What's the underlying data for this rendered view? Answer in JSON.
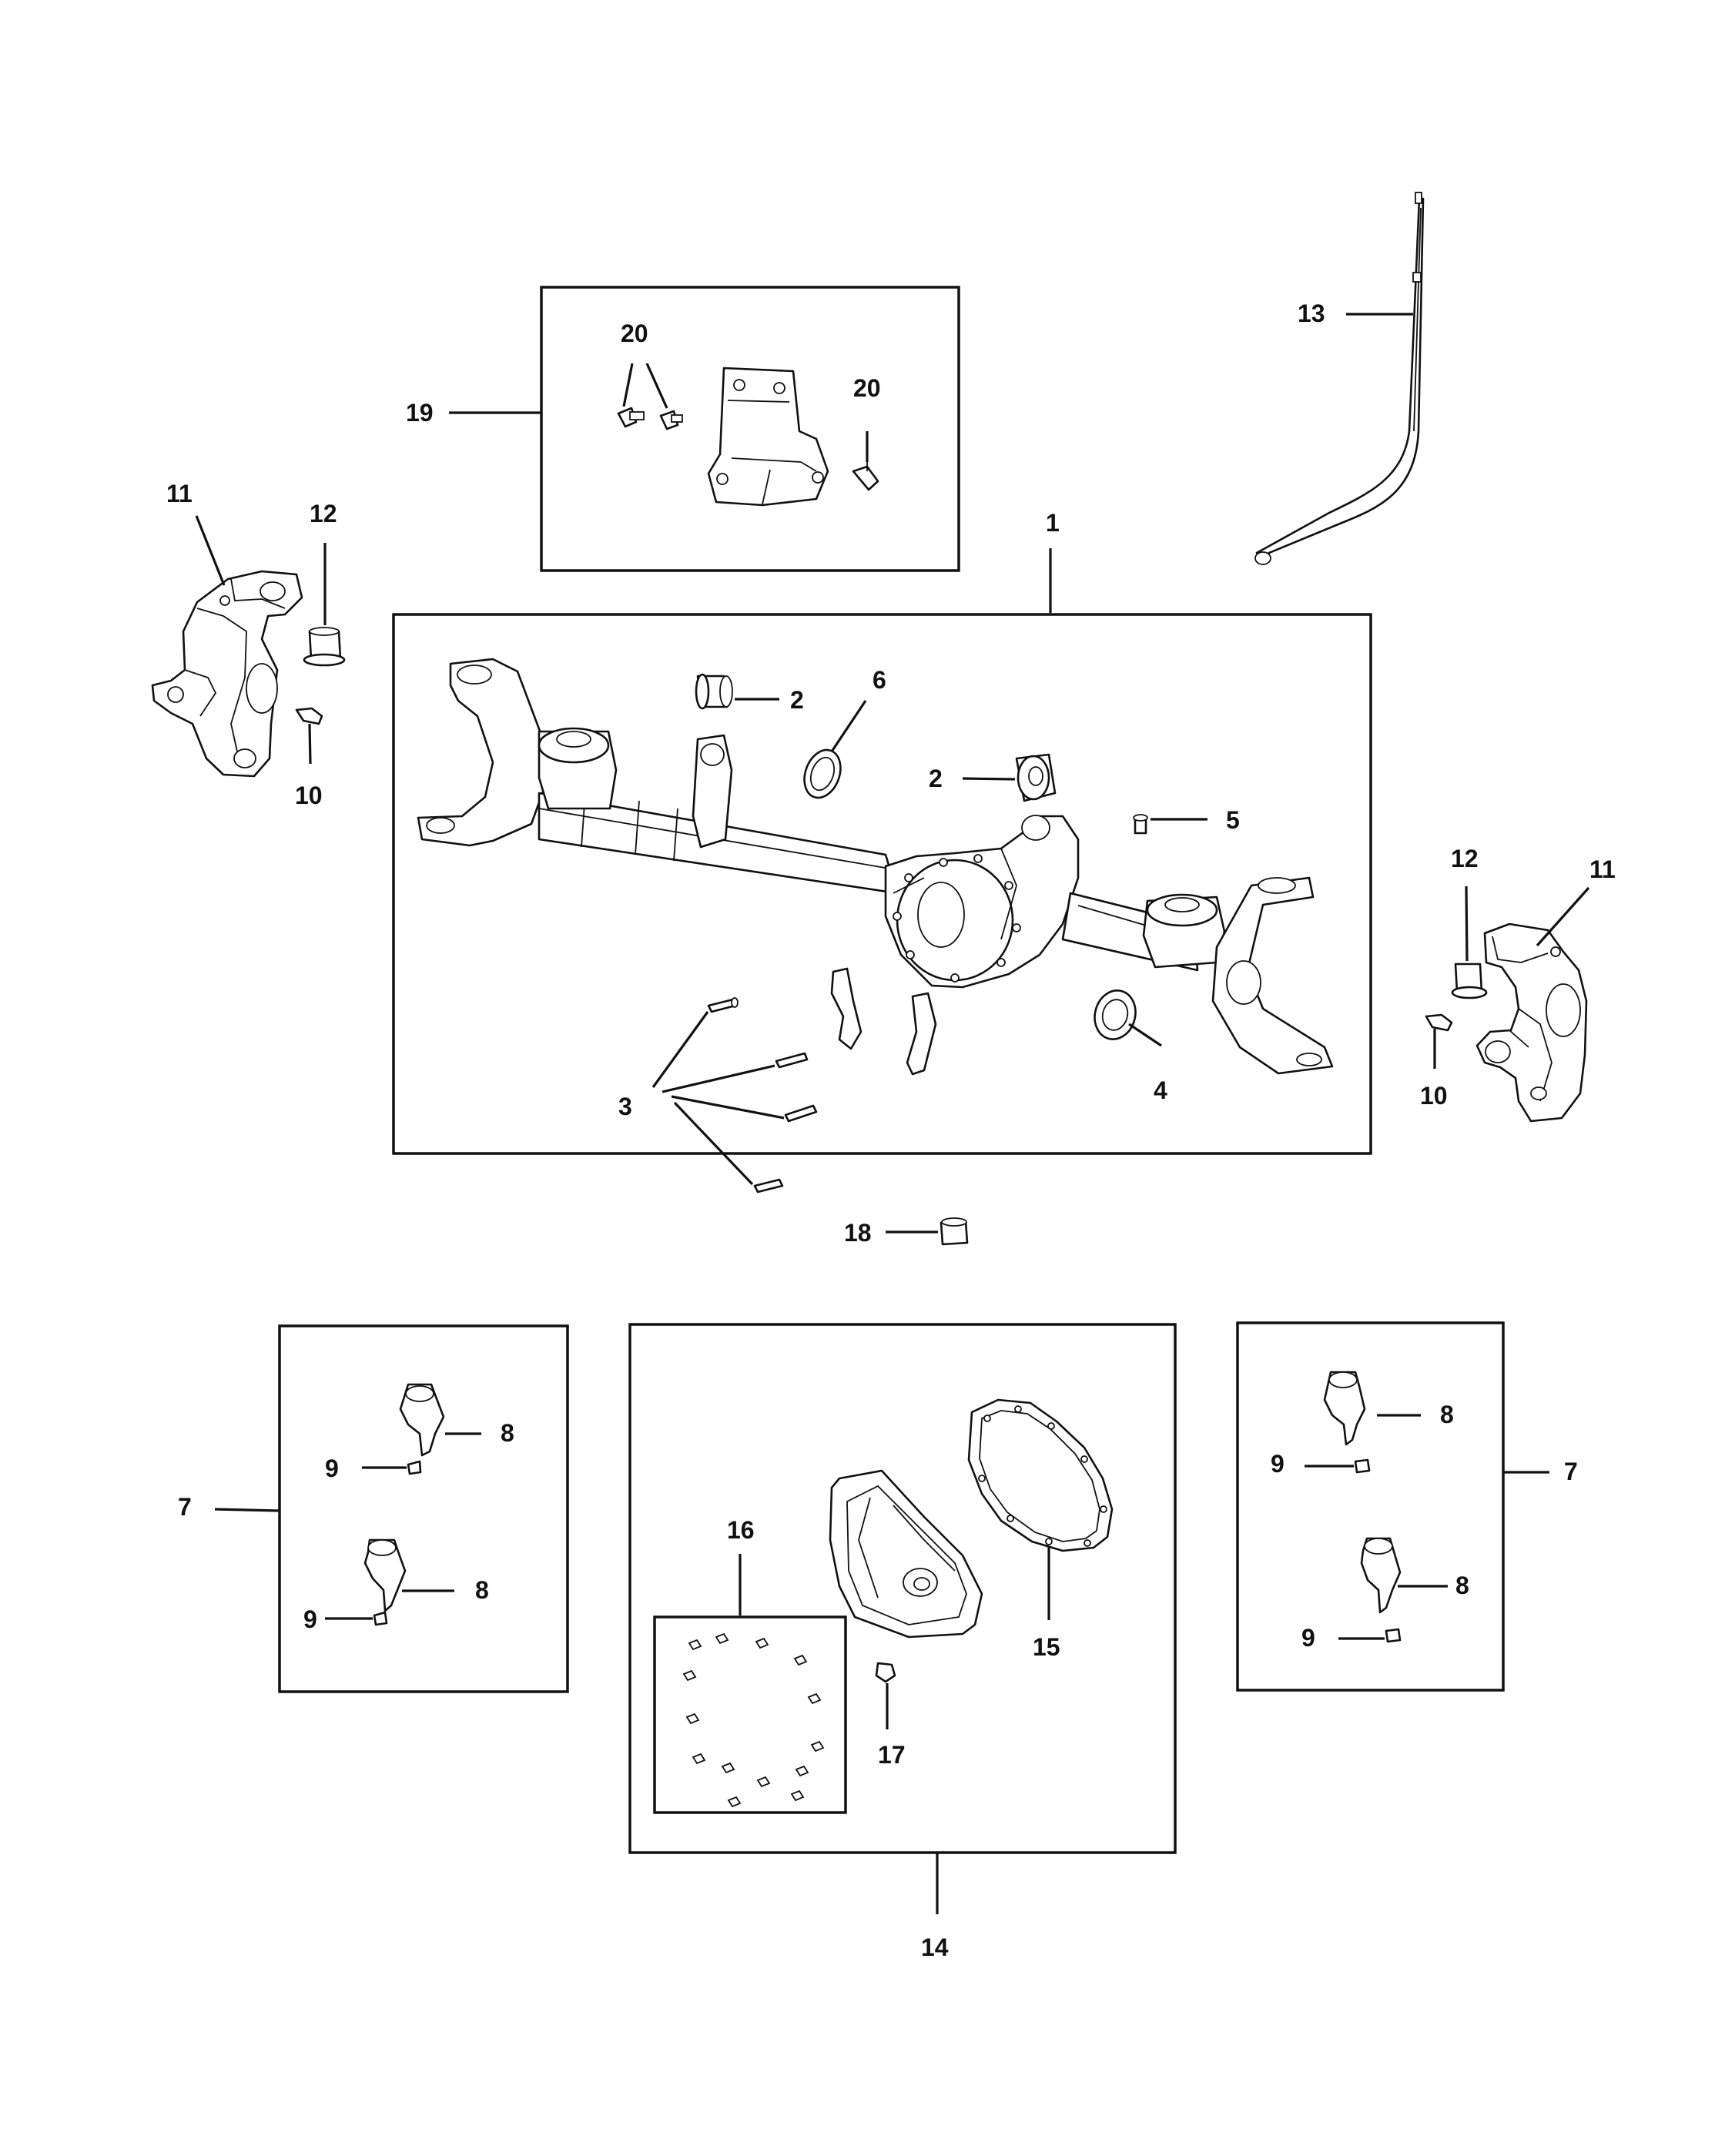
{
  "callouts": {
    "c1": "1",
    "c2a": "2",
    "c2b": "2",
    "c3": "3",
    "c4": "4",
    "c5": "5",
    "c6": "6",
    "c7a": "7",
    "c7b": "7",
    "c8a": "8",
    "c8b": "8",
    "c8c": "8",
    "c8d": "8",
    "c9a": "9",
    "c9b": "9",
    "c9c": "9",
    "c9d": "9",
    "c10a": "10",
    "c10b": "10",
    "c11a": "11",
    "c11b": "11",
    "c12a": "12",
    "c12b": "12",
    "c13": "13",
    "c14": "14",
    "c15": "15",
    "c16": "16",
    "c17": "17",
    "c18": "18",
    "c19": "19",
    "c20a": "20",
    "c20b": "20"
  }
}
